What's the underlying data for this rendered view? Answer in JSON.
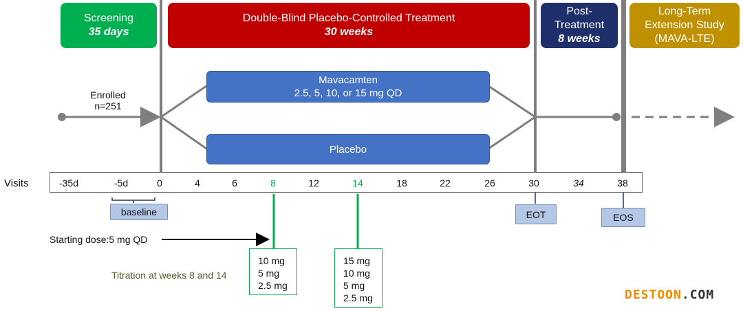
{
  "phases": {
    "screening": {
      "title": "Screening",
      "duration": "35 days",
      "color": "#00b050"
    },
    "treatment": {
      "title": "Double-Blind Placebo-Controlled Treatment",
      "duration": "30 weeks",
      "color": "#c00000"
    },
    "post": {
      "title_line1": "Post-",
      "title_line2": "Treatment",
      "duration": "8 weeks",
      "color": "#1f2f6b"
    },
    "extension": {
      "title_line1": "Long-Term",
      "title_line2": "Extension Study",
      "title_line3": "(MAVA-LTE)",
      "color": "#bf9000"
    }
  },
  "enrollment": {
    "line1": "Enrolled",
    "line2": "n=251"
  },
  "arms": {
    "drug": {
      "name": "Mavacamten",
      "dose": "2.5, 5, 10, or 15 mg QD"
    },
    "placebo": {
      "name": "Placebo"
    }
  },
  "visits": {
    "label": "Visits",
    "ticks": [
      "-35d",
      "-5d",
      "0",
      "4",
      "6",
      "8",
      "12",
      "14",
      "18",
      "22",
      "26",
      "30",
      "34",
      "38"
    ]
  },
  "markers": {
    "baseline": "baseline",
    "eot": "EOT",
    "eos": "EOS"
  },
  "starting_dose": "Starting dose:5 mg QD",
  "titration_note": "Titration at weeks 8 and 14",
  "titration_week8": [
    "10 mg",
    "5 mg",
    "2.5 mg"
  ],
  "titration_week14": [
    "15 mg",
    "10 mg",
    "5 mg",
    "2.5 mg"
  ],
  "watermark": {
    "text": "DESTOON",
    "suffix": ".COM",
    "color": "#f08c00"
  },
  "colors": {
    "green": "#00b050",
    "arm_blue": "#4472c4",
    "line_gray": "#7f7f7f",
    "tag_blue": "#b4c7e7"
  }
}
